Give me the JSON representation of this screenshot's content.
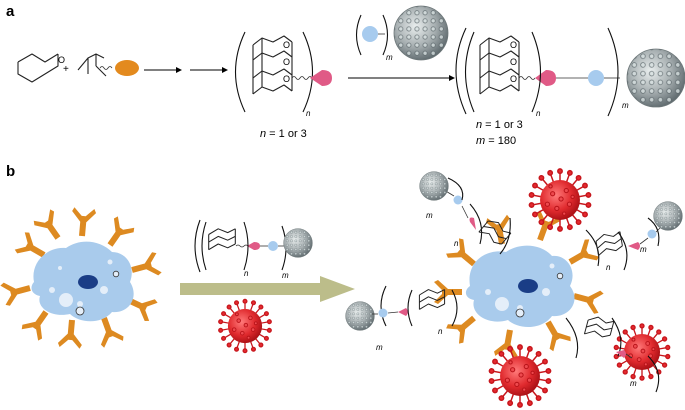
{
  "panels": {
    "a": {
      "label": "a",
      "plus": "+",
      "n_caption": {
        "n": "n",
        "rest": " = 1 or 3"
      },
      "n_caption_2": {
        "n": "n",
        "rest": " = 1 or 3"
      },
      "m_caption": {
        "m": "m",
        "rest": " = 180"
      },
      "subscript_n": "n",
      "subscript_m": "m",
      "ring_atom": "O"
    },
    "b": {
      "label": "b",
      "subscript_n": "n",
      "subscript_m": "m"
    }
  },
  "colors": {
    "cell_body": "#a9cbec",
    "cell_spots": "#e4eef9",
    "nucleus": "#1a3d86",
    "receptor": "#dd8a21",
    "ligand_orange": "#e38a1e",
    "ligand_pink": "#e05a86",
    "linker_blue": "#a7cbee",
    "virus_red": "#d9252c",
    "arrow_olive": "#bcbd8a",
    "nanoparticle": "#9fa7a8"
  }
}
